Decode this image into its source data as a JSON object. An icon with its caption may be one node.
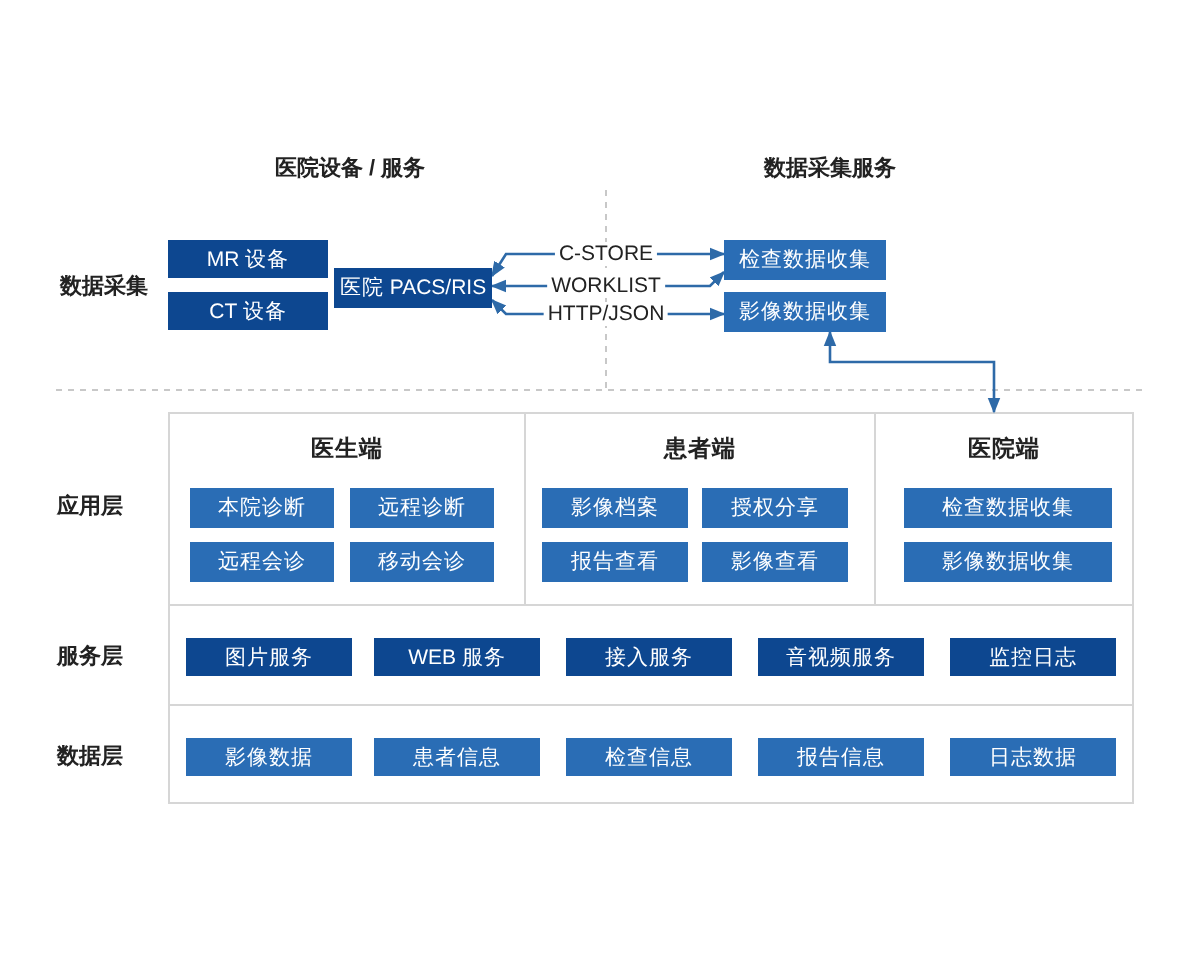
{
  "diagram": {
    "nodes": [
      {
        "text": [
          "MR 设备"
        ]
      },
      {
        "text": [
          "CT 设备"
        ]
      },
      {
        "text": [
          "医院 PACS/RIS"
        ]
      },
      {
        "text": [
          "检查数据收集"
        ]
      },
      {
        "text": [
          "影像数据收集"
        ]
      },
      {
        "text": [
          "医生端"
        ]
      },
      {
        "text": [
          "本院诊断"
        ],
        "in": 5
      },
      {
        "text": [
          "远程诊断"
        ],
        "in": 5
      },
      {
        "text": [
          "远程会诊"
        ],
        "in": 5
      },
      {
        "text": [
          "移动会诊"
        ],
        "in": 5
      },
      {
        "text": [
          "患者端"
        ]
      },
      {
        "text": [
          "影像档案"
        ],
        "in": 10
      },
      {
        "text": [
          "授权分享"
        ],
        "in": 10
      },
      {
        "text": [
          "报告查看"
        ],
        "in": 10
      },
      {
        "text": [
          "影像查看"
        ],
        "in": 10
      },
      {
        "text": [
          "医院端"
        ]
      },
      {
        "text": [
          "检查数据收集"
        ],
        "in": 15
      },
      {
        "text": [
          "影像数据收集"
        ],
        "in": 15
      },
      {
        "text": [],
        "shape": "box"
      },
      {
        "text": [
          "图片服务"
        ],
        "in": 18
      },
      {
        "text": [
          "WEB 服务"
        ],
        "in": 18
      },
      {
        "text": [
          "接入服务"
        ],
        "in": 18
      },
      {
        "text": [
          "音视频服务"
        ],
        "in": 18
      },
      {
        "text": [
          "监控日志"
        ],
        "in": 18
      },
      {
        "text": [],
        "shape": "box"
      },
      {
        "text": [
          "影像数据"
        ],
        "in": 24
      },
      {
        "text": [
          "患者信息"
        ],
        "in": 24
      },
      {
        "text": [
          "检查信息"
        ],
        "in": 24
      },
      {
        "text": [
          "报告信息"
        ],
        "in": 24
      },
      {
        "text": [
          "日志数据"
        ],
        "in": 24
      }
    ],
    "edges": [
      {
        "from": 2,
        "to": 3,
        "arrow": "both",
        "label": "C-STORE"
      },
      {
        "from": 2,
        "to": 3,
        "arrow": "both",
        "label": "WORKLIST"
      },
      {
        "from": 2,
        "to": 4,
        "arrow": "both",
        "label": "HTTP/JSON"
      },
      {
        "from": 15,
        "to": 4,
        "arrow": "both"
      }
    ],
    "labels": [
      "医院设备 / 服务",
      "数据采集服务",
      "数据采集",
      "应用层",
      "服务层",
      "数据层"
    ]
  }
}
